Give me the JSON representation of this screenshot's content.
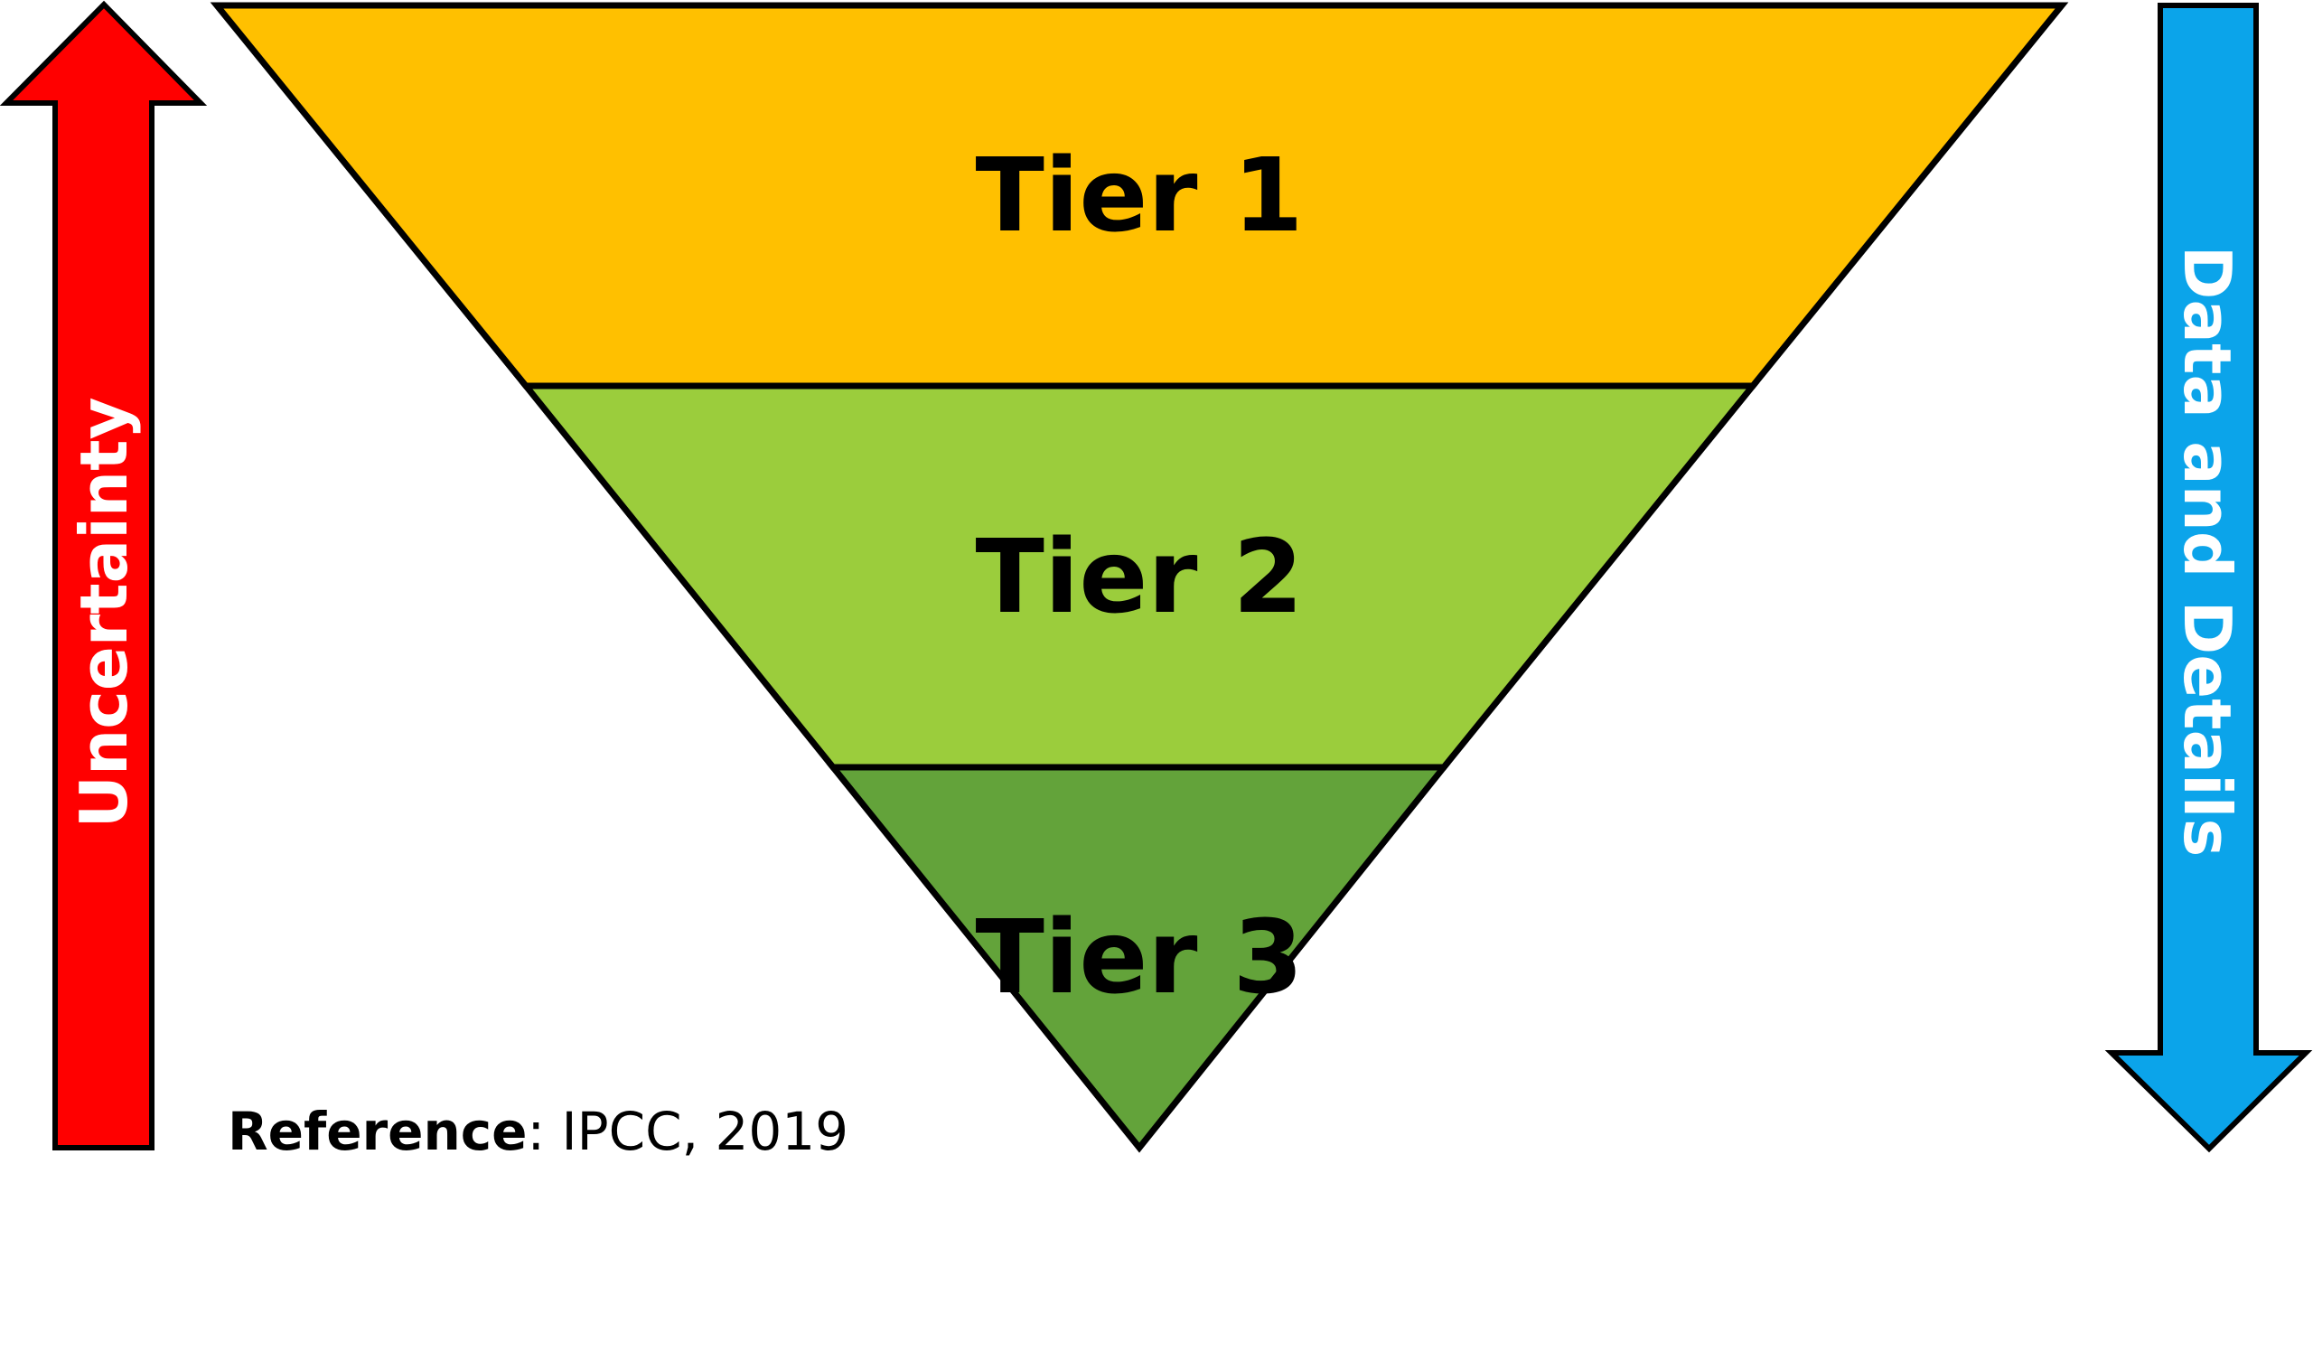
{
  "colors": {
    "tier1": "#FFC000",
    "tier2": "#9BCD3C",
    "tier3": "#63A33A",
    "uncertainty_arrow": "#FF0000",
    "data_arrow": "#0BA4EA",
    "outline": "#000000"
  },
  "tiers": [
    {
      "label": "Tier 1"
    },
    {
      "label": "Tier 2"
    },
    {
      "label": "Tier 3"
    }
  ],
  "left_arrow": {
    "label": "Uncertainty",
    "direction": "up",
    "icon": "arrow-up-icon"
  },
  "right_arrow": {
    "label": "Data and Details",
    "direction": "down",
    "icon": "arrow-down-icon"
  },
  "reference": {
    "label": "Reference",
    "separator": ":",
    "text": " IPCC, 2019"
  }
}
